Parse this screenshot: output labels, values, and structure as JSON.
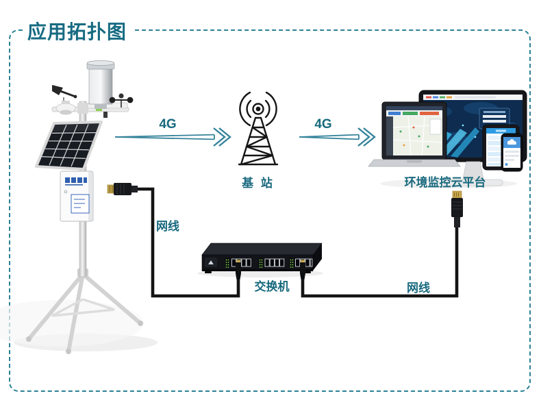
{
  "title": "应用拓扑图",
  "nodes": {
    "base_station": {
      "label": "基 站"
    },
    "cloud_platform": {
      "label": "环境监控云平台"
    },
    "switch": {
      "label": "交换机"
    }
  },
  "links": {
    "wireless_1": {
      "label": "4G"
    },
    "wireless_2": {
      "label": "4G"
    },
    "lan_left": {
      "label": "网线"
    },
    "lan_right": {
      "label": "网线"
    }
  },
  "icons": {
    "weather_station": "solar-weather-station-icon",
    "base_station": "cell-tower-icon",
    "cloud_platform": "multi-device-dashboard-icon",
    "switch": "ethernet-switch-icon",
    "cable": "ethernet-cable-icon"
  },
  "colors": {
    "teal_text": "#18697e",
    "arrow": "#35839a",
    "border": "#2a8294",
    "cable": "#141414"
  }
}
